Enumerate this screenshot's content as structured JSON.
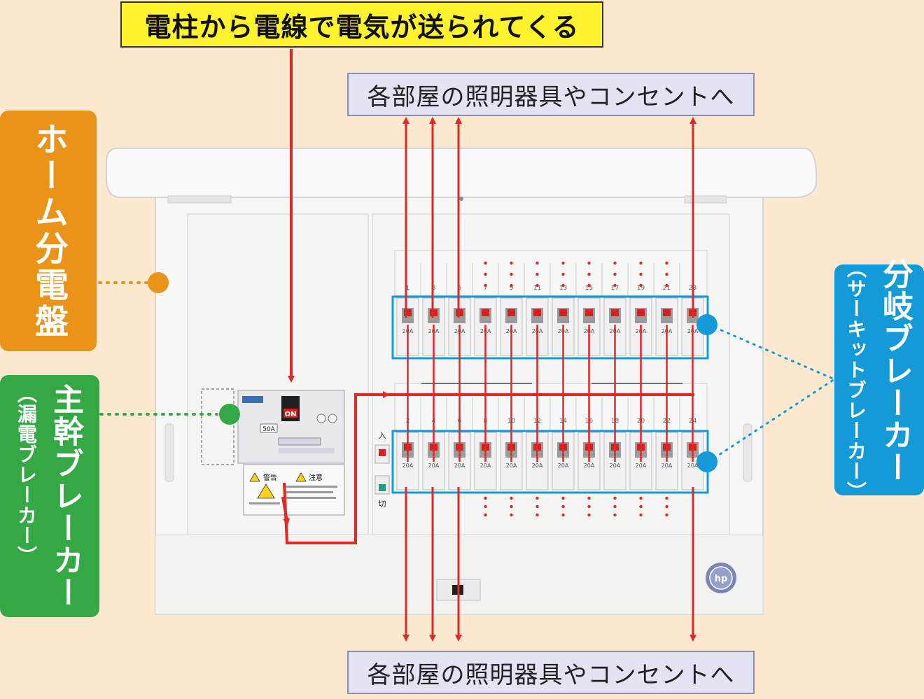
{
  "top_banner": "電柱から電線で電気が送られてくる",
  "rooms_top": "各部屋の照明器具やコンセントへ",
  "rooms_bottom": "各部屋の照明器具やコンセントへ",
  "home_panel": "ホーム分電盤",
  "main_breaker": {
    "title": "主幹ブレーカー",
    "subtitle": "（漏電ブレーカー）"
  },
  "branch_breaker": {
    "title": "分岐ブレーカー",
    "subtitle": "（サーキットブレーカー）"
  },
  "main_breaker_device": {
    "on_label": "ON",
    "rating": "50A",
    "warning": "警告",
    "caution": "注意"
  },
  "switch_labels": {
    "on": "入",
    "off": "切"
  },
  "branch_top_numbers": [
    "1",
    "3",
    "5",
    "7",
    "9",
    "11",
    "13",
    "15",
    "17",
    "19",
    "21",
    "23"
  ],
  "branch_bottom_numbers": [
    "2",
    "4",
    "6",
    "8",
    "10",
    "12",
    "14",
    "16",
    "18",
    "20",
    "22",
    "24"
  ],
  "branch_top_ratings": [
    "20A",
    "20A",
    "20A",
    "20A",
    "20A",
    "20A",
    "20A",
    "20A",
    "20A",
    "20A",
    "20A",
    "20A"
  ],
  "branch_bottom_ratings": [
    "20A",
    "20A",
    "20A",
    "20A",
    "20A",
    "20A",
    "20A",
    "20A",
    "20A",
    "20A",
    "20A",
    "20A"
  ],
  "colors": {
    "arrow": "#e32626",
    "orange": "#e99419",
    "green": "#34a844",
    "blue": "#149bd7",
    "banner": "#fff22e"
  },
  "icons": [
    "arrow-up-icon",
    "arrow-down-icon",
    "warning-icon",
    "certification-seal-icon"
  ]
}
